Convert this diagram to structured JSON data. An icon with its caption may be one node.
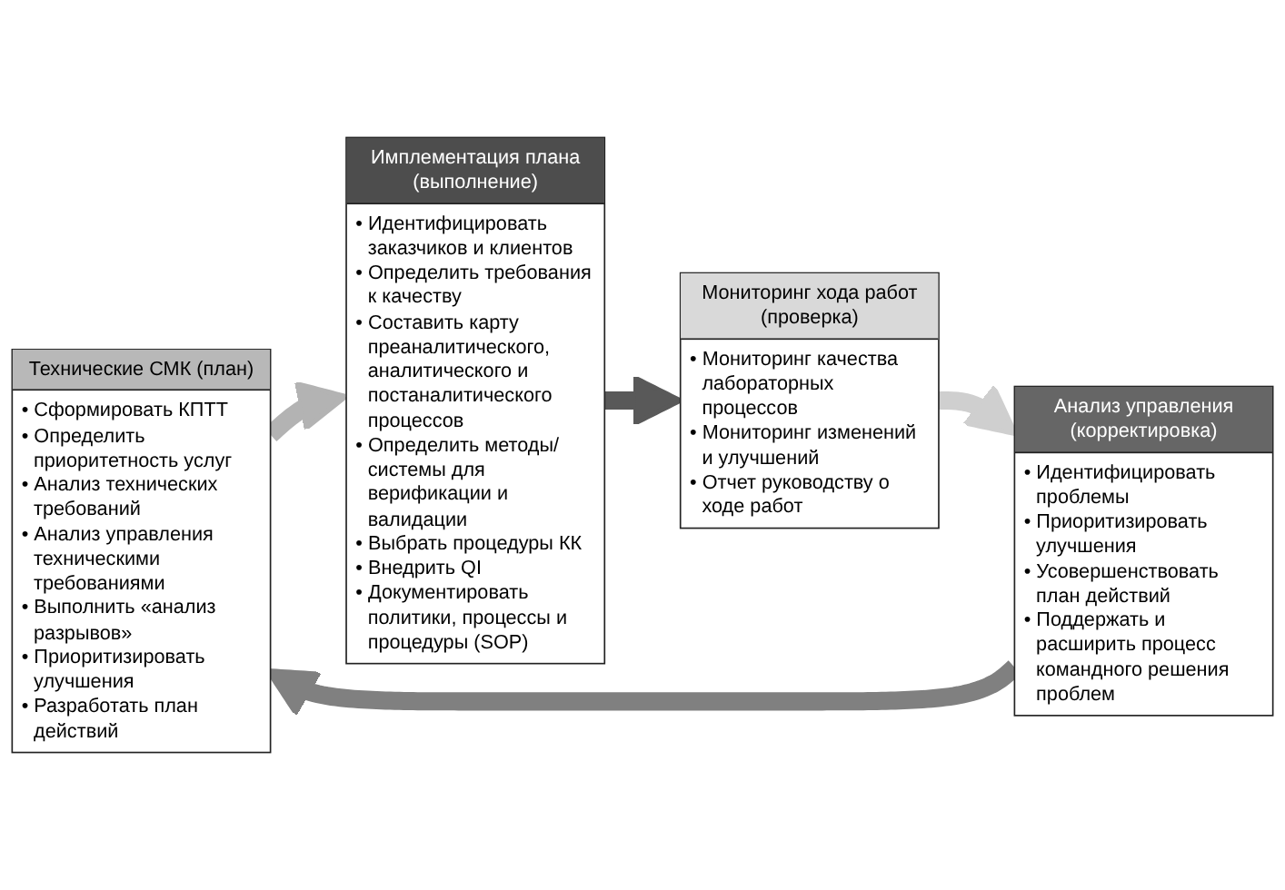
{
  "diagram": {
    "nodes": [
      {
        "text": [
          "Технические СМК (план)",
          "• Сформировать КПТТ",
          "• Определить приоритетность услуг",
          "• Анализ технических требований",
          "• Анализ управления техническими требованиями",
          "• Выполнить «анализ разрывов»",
          "• Приоритизировать улучшения",
          "• Разработать план действий"
        ]
      },
      {
        "text": [
          "Имплементация плана (выполнение)",
          "• Идентифицировать заказчиков и клиентов",
          "• Определить требования к качеству",
          "• Составить карту преаналитического, аналитического и постаналитического процессов",
          "• Определить методы/системы для верификации и валидации",
          "• Выбрать процедуры КК",
          "• Внедрить QI",
          "• Документировать политики, процессы и процедуры (SOP)"
        ]
      },
      {
        "text": [
          "Анализ управления (корректировка)",
          "• Идентифицировать проблемы",
          "• Приоритизировать улучшения",
          "• Усовершенствовать план действий",
          "• Поддержать и расширить процесс командного решения проблем"
        ]
      },
      {
        "text": [
          "Мониторинг хода работ (проверка)",
          "• Мониторинг качества лабораторных процессов",
          "• Мониторинг изменений и улучшений",
          "• Отчет руководству о ходе работ"
        ]
      }
    ],
    "edges": [
      {
        "from": 0,
        "to": 1,
        "arrow": "to",
        "color": "#b3b3b3"
      },
      {
        "from": 1,
        "to": 3,
        "arrow": "to",
        "color": "#595959"
      },
      {
        "from": 3,
        "to": 2,
        "arrow": "to",
        "color": "#cfcfcf"
      },
      {
        "from": 2,
        "to": 0,
        "arrow": "to",
        "color": "#808080"
      }
    ]
  }
}
